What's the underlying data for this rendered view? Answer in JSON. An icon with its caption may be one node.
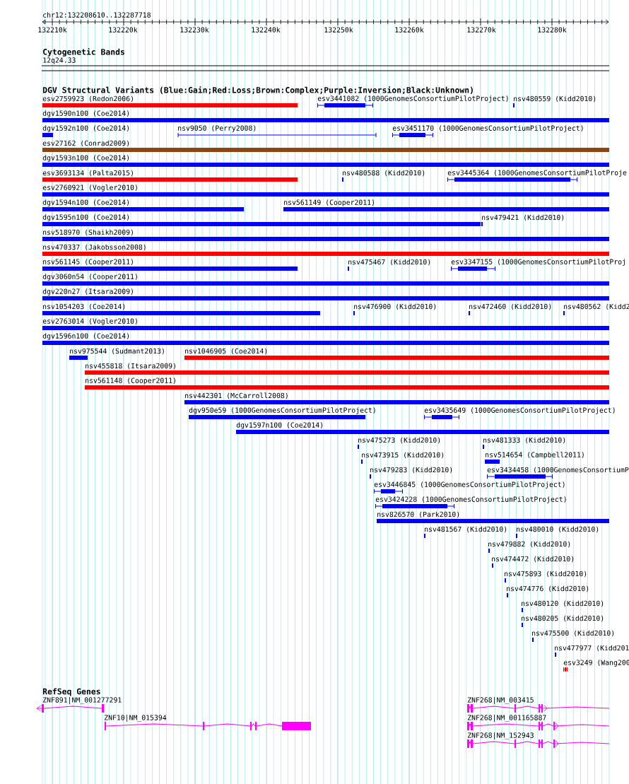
{
  "diagram": {
    "title": "chr12:132208610..132287718",
    "nodes": [
      {
        "text": [
          "esv2759923 (Redon2006)"
        ]
      },
      {
        "text": [
          "esv3441082 (1000GenomesConsortiumPilotProject)"
        ]
      },
      {
        "text": [
          "nsv480559 (Kidd2010)"
        ]
      },
      {
        "text": [
          "dgv1590n100 (Coe2014)"
        ]
      },
      {
        "text": [
          "dgv1592n100 (Coe2014)"
        ]
      },
      {
        "text": [
          "nsv9050 (Perry2008)"
        ]
      },
      {
        "text": [
          "esv3451170 (1000GenomesConsortiumPilotProject)"
        ]
      },
      {
        "text": [
          "esv27162 (Conrad2009)"
        ]
      },
      {
        "text": [
          "dgv1593n100 (Coe2014)"
        ]
      },
      {
        "text": [
          "esv3693134 (Palta2015)"
        ]
      },
      {
        "text": [
          "nsv480588 (Kidd2010)"
        ]
      },
      {
        "text": [
          "esv3445364 (1000GenomesConsortiumPilotProje"
        ]
      },
      {
        "text": [
          "esv2760921 (Vogler2010)"
        ]
      },
      {
        "text": [
          "dgv1594n100 (Coe2014)"
        ]
      },
      {
        "text": [
          "nsv561149 (Cooper2011)"
        ]
      },
      {
        "text": [
          "dgv1595n100 (Coe2014)"
        ]
      },
      {
        "text": [
          "nsv479421 (Kidd2010)"
        ]
      },
      {
        "text": [
          "nsv518970 (Shaikh2009)"
        ]
      },
      {
        "text": [
          "nsv470337 (Jakobsson2008)"
        ]
      },
      {
        "text": [
          "nsv561145 (Cooper2011)"
        ]
      },
      {
        "text": [
          "nsv475467 (Kidd2010)"
        ]
      },
      {
        "text": [
          "esv3347155 (1000GenomesConsortiumPilotProj"
        ]
      },
      {
        "text": [
          "dgv3060n54 (Cooper2011)"
        ]
      },
      {
        "text": [
          "dgv220n27 (Itsara2009)"
        ]
      },
      {
        "text": [
          "nsv1054203 (Coe2014)"
        ]
      },
      {
        "text": [
          "nsv476900 (Kidd2010)"
        ]
      },
      {
        "text": [
          "nsv472460 (Kidd2010)"
        ]
      },
      {
        "text": [
          "nsv480562 (Kidd2"
        ]
      },
      {
        "text": [
          "esv2763014 (Vogler2010)"
        ]
      },
      {
        "text": [
          "dgv1596n100 (Coe2014)"
        ]
      },
      {
        "text": [
          "nsv975544 (Sudmant2013)"
        ]
      },
      {
        "text": [
          "nsv1046905 (Coe2014)"
        ]
      },
      {
        "text": [
          "nsv455818 (Itsara2009)"
        ]
      },
      {
        "text": [
          "nsv561148 (Cooper2011)"
        ]
      },
      {
        "text": [
          "nsv442301 (McCarroll2008)"
        ]
      },
      {
        "text": [
          "dgv950e59 (1000GenomesConsortiumPilotProject)"
        ]
      },
      {
        "text": [
          "esv3435649 (1000GenomesConsortiumPilotProject)"
        ]
      },
      {
        "text": [
          "dgv1597n100 (Coe2014)"
        ]
      },
      {
        "text": [
          "nsv475273 (Kidd2010)"
        ]
      },
      {
        "text": [
          "nsv481333 (Kidd2010)"
        ]
      },
      {
        "text": [
          "nsv473915 (Kidd2010)"
        ]
      },
      {
        "text": [
          "nsv514654 (Campbell2011)"
        ]
      },
      {
        "text": [
          "nsv479283 (Kidd2010)"
        ]
      },
      {
        "text": [
          "esv3434458 (1000GenomesConsortiumP"
        ]
      },
      {
        "text": [
          "esv3446845 (1000GenomesConsortiumPilotProject)"
        ]
      },
      {
        "text": [
          "esv3424228 (1000GenomesConsortiumPilotProject)"
        ]
      },
      {
        "text": [
          "nsv826570 (Park2010)"
        ]
      },
      {
        "text": [
          "nsv481567 (Kidd2010)"
        ]
      },
      {
        "text": [
          "nsv480010 (Kidd2010)"
        ]
      },
      {
        "text": [
          "nsv479882 (Kidd2010)"
        ]
      },
      {
        "text": [
          "nsv474472 (Kidd2010)"
        ]
      },
      {
        "text": [
          "nsv475893 (Kidd2010)"
        ]
      },
      {
        "text": [
          "nsv474776 (Kidd2010)"
        ]
      },
      {
        "text": [
          "nsv480120 (Kidd2010)"
        ]
      },
      {
        "text": [
          "nsv480205 (Kidd2010)"
        ]
      },
      {
        "text": [
          "nsv475500 (Kidd2010)"
        ]
      },
      {
        "text": [
          "nsv477977 (Kidd201"
        ]
      },
      {
        "text": [
          "esv3249 (Wang200"
        ]
      },
      {
        "text": [
          "ZNF891|NM_001277291"
        ]
      },
      {
        "text": [
          "ZNF10|NM_015394"
        ]
      },
      {
        "text": [
          "ZNF268|NM_003415"
        ]
      },
      {
        "text": [
          "ZNF268|NM_001165887"
        ]
      },
      {
        "text": [
          "ZNF268|NM_152943"
        ]
      }
    ],
    "labels": [
      "132210k",
      "132220k",
      "132230k",
      "132240k",
      "132250k",
      "132260k",
      "132270k",
      "132280k",
      "Cytogenetic Bands",
      "12q24.33",
      "DGV Structural Variants (Blue:Gain;Red:Loss;Brown:Complex;Purple:Inversion;Black:Unknown)",
      "RefSeq Genes"
    ]
  }
}
